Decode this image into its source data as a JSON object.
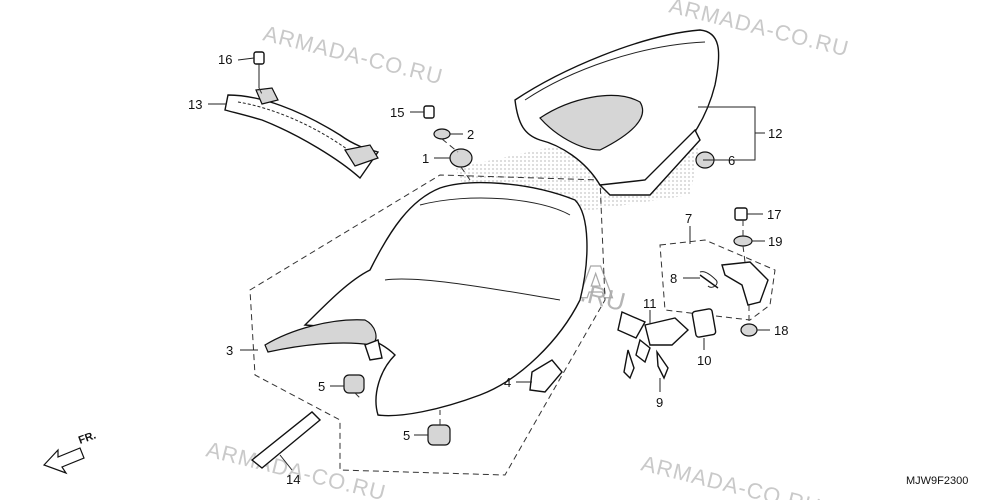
{
  "watermark_text": "ARMADA-CO.RU",
  "center_watermark": {
    "line1": "ARMADA-CO.RU",
    "line2": "HONDA"
  },
  "diagram_code": "MJW9F2300",
  "front_indicator": "FR.",
  "callouts": {
    "c1": "1",
    "c2": "2",
    "c3": "3",
    "c4": "4",
    "c5a": "5",
    "c5b": "5",
    "c6": "6",
    "c7": "7",
    "c8": "8",
    "c9": "9",
    "c10": "10",
    "c11": "11",
    "c12": "12",
    "c13": "13",
    "c14": "14",
    "c15": "15",
    "c16": "16",
    "c17": "17",
    "c18": "18",
    "c19": "19"
  }
}
